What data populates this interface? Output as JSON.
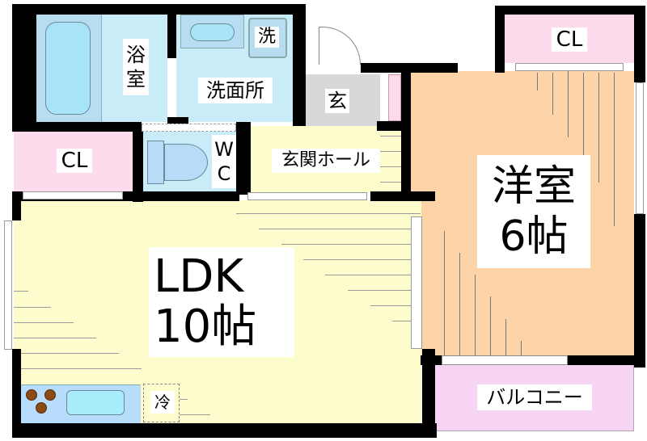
{
  "floorplan": {
    "rooms": {
      "bath": {
        "label_line1": "浴",
        "label_line2": "室"
      },
      "washroom": {
        "label": "洗面所",
        "washer": "洗"
      },
      "entrance": {
        "label": "玄"
      },
      "closet_top_right": {
        "label": "CL"
      },
      "closet_left": {
        "label": "CL"
      },
      "toilet": {
        "label_line1": "W",
        "label_line2": "C"
      },
      "entrance_hall": {
        "label": "玄関ホール"
      },
      "western_room": {
        "label_line1": "洋室",
        "label_line2": "6帖"
      },
      "ldk": {
        "label_line1": "LDK",
        "label_line2": "10帖",
        "fridge": "冷"
      },
      "balcony": {
        "label": "バルコニー"
      }
    },
    "colors": {
      "wall": "#000000",
      "bath": "#c8ecf8",
      "bathtub": "#b8dcf0",
      "washroom": "#c8ecf8",
      "entrance": "#d8d8d8",
      "closet": "#fcdcec",
      "hall": "#fcfccc",
      "ldk": "#fcfccc",
      "western": "#fcd4a8",
      "balcony": "#f8d4f4",
      "kitchen": "#b8dcfc",
      "stove": "#8c4a14"
    }
  }
}
